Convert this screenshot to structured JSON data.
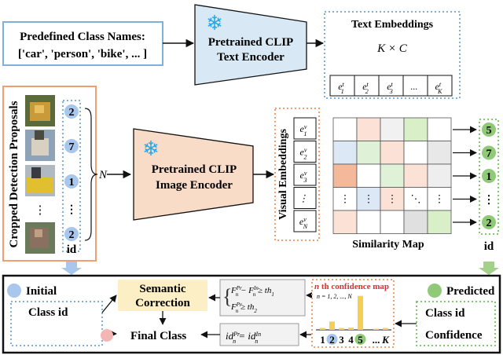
{
  "predefined": {
    "title": "Predefined Class Names:",
    "names": "['car', 'person', 'bike', ... ]"
  },
  "text_encoder": {
    "line1": "Pretrained CLIP",
    "line2": "Text Encoder"
  },
  "image_encoder": {
    "line1": "Pretrained CLIP",
    "line2": "Image Encoder"
  },
  "text_embeddings": {
    "title": "Text Embeddings",
    "dims": "K × C",
    "cells": [
      "e",
      "e",
      "e",
      "...",
      "e"
    ],
    "subs": [
      "1",
      "2",
      "3",
      "",
      "K"
    ],
    "sup": "t"
  },
  "proposals": {
    "label": "Cropped Detection Proposals",
    "ids": [
      "2",
      "7",
      "1",
      "⋮",
      "2"
    ],
    "dots": "⋮",
    "id_label": "id",
    "n_label": "N"
  },
  "visual_embeddings": {
    "label": "Visual Embeddings",
    "cells": [
      "e",
      "e",
      "e",
      "⋮",
      "e"
    ],
    "subs": [
      "1",
      "2",
      "3",
      "",
      "N"
    ],
    "sup": "v"
  },
  "similarity": {
    "label": "Similarity Map",
    "dots_row": [
      "⋮",
      "⋮",
      "⋮",
      "⋱",
      "⋮"
    ]
  },
  "predicted_ids": {
    "ids": [
      "5",
      "7",
      "1",
      "⋮",
      "2"
    ],
    "id_label": "id"
  },
  "bottom": {
    "initial_label": "Initial",
    "initial_box": "Class id",
    "predicted_label": "Predicted",
    "predicted_box1": "Class id",
    "predicted_box2": "Confidence",
    "semantic_line1": "Semantic",
    "semantic_line2": "Correction",
    "final_class": "Final Class",
    "conf_title_n": "n",
    "conf_title": " th confidence map",
    "conf_sub": "n = 1, 2, ..., N",
    "bar_ticks": [
      "1",
      "2",
      "3",
      "4",
      "5",
      "...",
      "K"
    ],
    "cond1": "F_n^Pr − F_n^In ≥ th₁",
    "cond2": "F_n^Pr ≥ th₂",
    "assign": "id_n^Pr = id_n^In"
  },
  "colors": {
    "encoder_text": "#d8e8f5",
    "encoder_image": "#f8dcc8",
    "snow": "#2aa7e0",
    "green": "#90c978",
    "blue": "#a9c6ec",
    "pink": "#f4b5b5",
    "semantic_bg": "#fcefc5",
    "bar": "#f5cf52"
  },
  "chart_data": {
    "type": "bar",
    "categories": [
      "1",
      "2",
      "3",
      "4",
      "5",
      "...",
      "K"
    ],
    "values": [
      0.05,
      0.22,
      0.05,
      0.06,
      0.9,
      0.03,
      0.05
    ],
    "title": "",
    "ylim": [
      0,
      1
    ]
  }
}
